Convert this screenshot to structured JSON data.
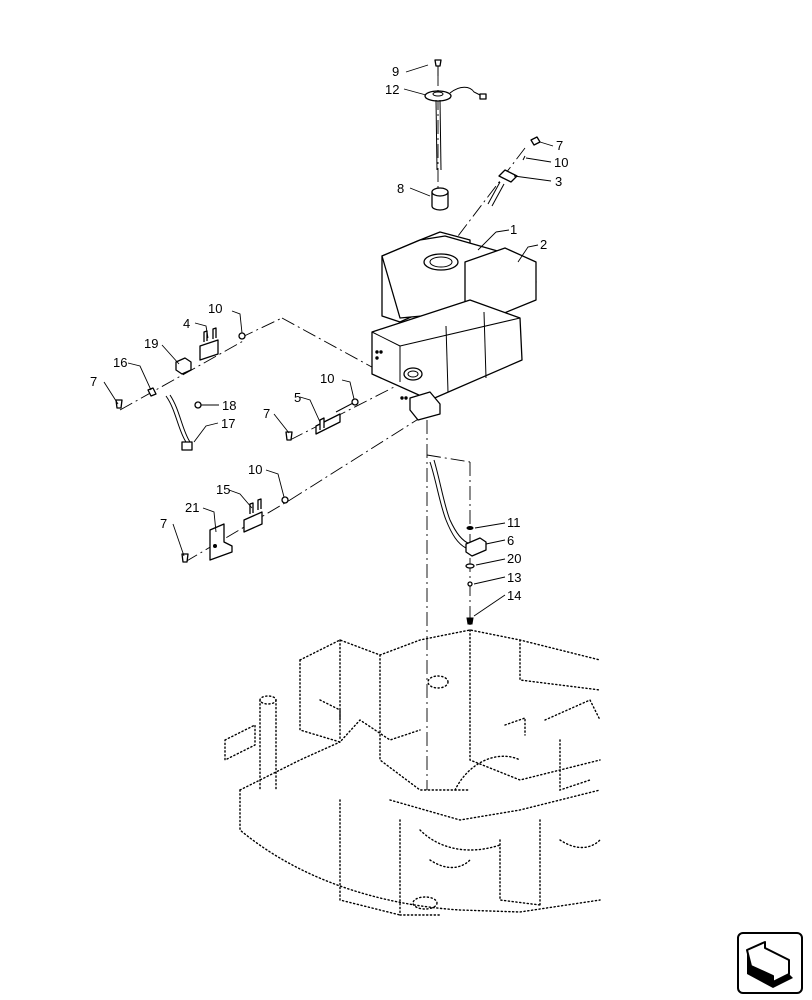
{
  "callouts": [
    {
      "id": "9",
      "text": "9"
    },
    {
      "id": "12",
      "text": "12"
    },
    {
      "id": "8",
      "text": "8"
    },
    {
      "id": "7a",
      "text": "7"
    },
    {
      "id": "10a",
      "text": "10"
    },
    {
      "id": "3",
      "text": "3"
    },
    {
      "id": "1",
      "text": "1"
    },
    {
      "id": "2",
      "text": "2"
    },
    {
      "id": "10b",
      "text": "10"
    },
    {
      "id": "4",
      "text": "4"
    },
    {
      "id": "19",
      "text": "19"
    },
    {
      "id": "16",
      "text": "16"
    },
    {
      "id": "7b",
      "text": "7"
    },
    {
      "id": "18",
      "text": "18"
    },
    {
      "id": "17",
      "text": "17"
    },
    {
      "id": "10c",
      "text": "10"
    },
    {
      "id": "5",
      "text": "5"
    },
    {
      "id": "7c",
      "text": "7"
    },
    {
      "id": "10d",
      "text": "10"
    },
    {
      "id": "15",
      "text": "15"
    },
    {
      "id": "21",
      "text": "21"
    },
    {
      "id": "7d",
      "text": "7"
    },
    {
      "id": "11",
      "text": "11"
    },
    {
      "id": "6",
      "text": "6"
    },
    {
      "id": "20",
      "text": "20"
    },
    {
      "id": "13",
      "text": "13"
    },
    {
      "id": "14",
      "text": "14"
    }
  ],
  "icons": {
    "nav": "page-turn-arrow-icon"
  }
}
